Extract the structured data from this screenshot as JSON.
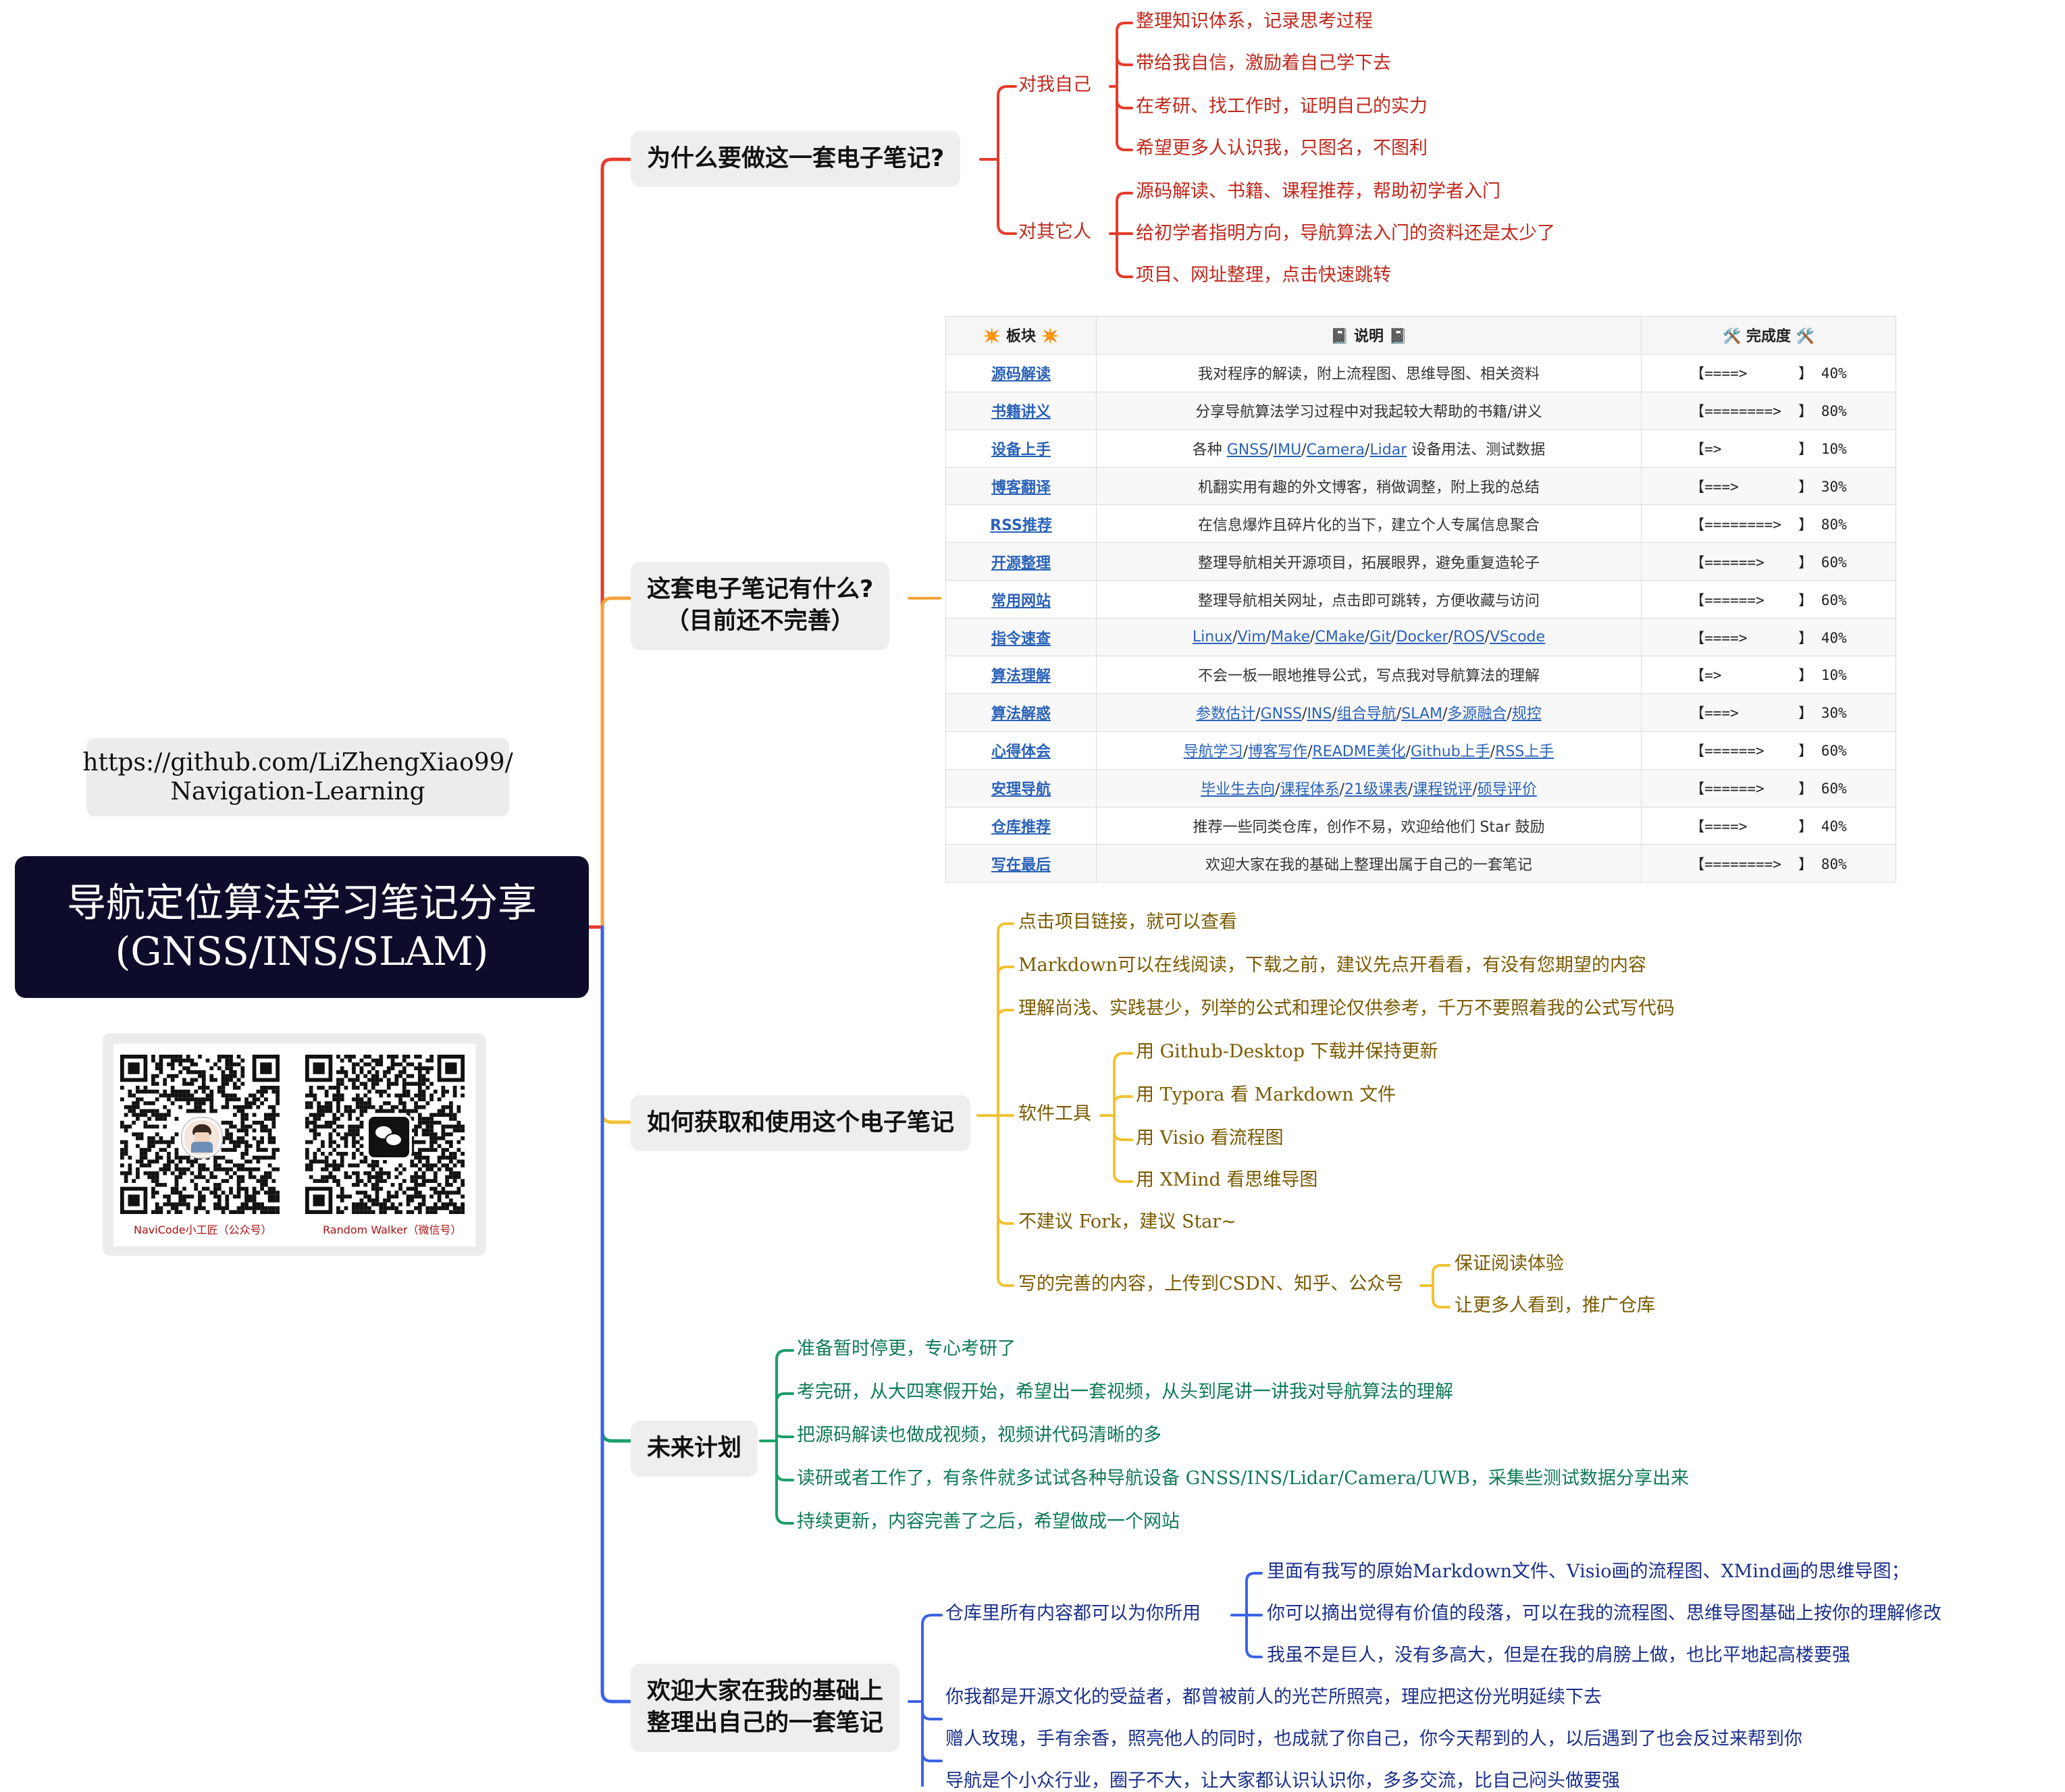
{
  "root": {
    "line1": "导航定位算法学习笔记分享",
    "line2": "(GNSS/INS/SLAM)"
  },
  "url": {
    "line1": "https://github.com/LiZhengXiao99/",
    "line2": "Navigation-Learning"
  },
  "qr": {
    "left_caption": "NaviCode小工匠（公众号）",
    "right_caption": "Random Walker（微信号）",
    "left_icon": "avatar-icon",
    "right_icon": "wechat-icon"
  },
  "colors": {
    "red": "#e53b2c",
    "orange": "#f5a23a",
    "yellow": "#f1c232",
    "green": "#1a9e6a",
    "blue": "#3b63e6"
  },
  "b1": {
    "title": "为什么要做这一套电子笔记?",
    "self": {
      "label": "对我自己",
      "items": [
        "整理知识体系，记录思考过程",
        "带给我自信，激励着自己学下去",
        "在考研、找工作时，证明自己的实力",
        "希望更多人认识我，只图名，不图利"
      ]
    },
    "others": {
      "label": "对其它人",
      "items": [
        "源码解读、书籍、课程推荐，帮助初学者入门",
        "给初学者指明方向，导航算法入门的资料还是太少了",
        "项目、网址整理，点击快速跳转"
      ]
    }
  },
  "b2": {
    "title_line1": "这套电子笔记有什么?",
    "title_line2": "（目前还不完善）",
    "headers": [
      "✴️ 板块 ✴️",
      "📓 说明 📓",
      "🛠️ 完成度 🛠️"
    ],
    "rows": [
      {
        "name": "源码解读",
        "desc": "我对程序的解读，附上流程图、思维导图、相关资料",
        "bar": "【====>      】",
        "pct": "40%"
      },
      {
        "name": "书籍讲义",
        "desc": "分享导航算法学习过程中对我起较大帮助的书籍/讲义",
        "bar": "【========>  】",
        "pct": "80%"
      },
      {
        "name": "设备上手",
        "desc_pre": "各种",
        "desc_links": [
          "GNSS",
          "IMU",
          "Camera",
          "Lidar"
        ],
        "desc_post": "设备用法、测试数据",
        "bar": "【=>         】",
        "pct": "10%"
      },
      {
        "name": "博客翻译",
        "desc": "机翻实用有趣的外文博客，稍做调整，附上我的总结",
        "bar": "【===>       】",
        "pct": "30%"
      },
      {
        "name": "RSS推荐",
        "desc": "在信息爆炸且碎片化的当下，建立个人专属信息聚合",
        "bar": "【========>  】",
        "pct": "80%"
      },
      {
        "name": "开源整理",
        "desc": "整理导航相关开源项目，拓展眼界，避免重复造轮子",
        "bar": "【======>    】",
        "pct": "60%"
      },
      {
        "name": "常用网站",
        "desc": "整理导航相关网址，点击即可跳转，方便收藏与访问",
        "bar": "【======>    】",
        "pct": "60%"
      },
      {
        "name": "指令速查",
        "desc_links": [
          "Linux",
          "Vim",
          "Make",
          "CMake",
          "Git",
          "Docker",
          "ROS",
          "VScode"
        ],
        "bar": "【====>      】",
        "pct": "40%"
      },
      {
        "name": "算法理解",
        "desc": "不会一板一眼地推导公式，写点我对导航算法的理解",
        "bar": "【=>         】",
        "pct": "10%"
      },
      {
        "name": "算法解惑",
        "desc_links": [
          "参数估计",
          "GNSS",
          "INS",
          "组合导航",
          "SLAM",
          "多源融合",
          "规控"
        ],
        "bar": "【===>       】",
        "pct": "30%"
      },
      {
        "name": "心得体会",
        "desc_links": [
          "导航学习",
          "博客写作",
          "README美化",
          "Github上手",
          "RSS上手"
        ],
        "bar": "【======>    】",
        "pct": "60%"
      },
      {
        "name": "安理导航",
        "desc_links": [
          "毕业生去向",
          "课程体系",
          "21级课表",
          "课程锐评",
          "硕导评价"
        ],
        "bar": "【======>    】",
        "pct": "60%"
      },
      {
        "name": "仓库推荐",
        "desc": "推荐一些同类仓库，创作不易，欢迎给他们 Star 鼓励",
        "bar": "【====>      】",
        "pct": "40%"
      },
      {
        "name": "写在最后",
        "desc": "欢迎大家在我的基础上整理出属于自己的一套笔记",
        "bar": "【========>  】",
        "pct": "80%"
      }
    ]
  },
  "b3": {
    "title": "如何获取和使用这个电子笔记",
    "items": [
      "点击项目链接，就可以查看",
      "Markdown可以在线阅读，下载之前，建议先点开看看，有没有您期望的内容",
      "理解尚浅、实践甚少，列举的公式和理论仅供参考，千万不要照着我的公式写代码"
    ],
    "tools": {
      "label": "软件工具",
      "items": [
        "用 Github-Desktop 下载并保持更新",
        "用 Typora 看 Markdown 文件",
        "用 Visio 看流程图",
        "用 XMind 看思维导图"
      ]
    },
    "fork": "不建议 Fork，建议 Star~",
    "publish": {
      "label": "写的完善的内容，上传到CSDN、知乎、公众号",
      "items": [
        "保证阅读体验",
        "让更多人看到，推广仓库"
      ]
    }
  },
  "b4": {
    "title": "未来计划",
    "items": [
      "准备暂时停更，专心考研了",
      "考完研，从大四寒假开始，希望出一套视频，从头到尾讲一讲我对导航算法的理解",
      "把源码解读也做成视频，视频讲代码清晰的多",
      "读研或者工作了，有条件就多试试各种导航设备 GNSS/INS/Lidar/Camera/UWB，采集些测试数据分享出来",
      "持续更新，内容完善了之后，希望做成一个网站"
    ]
  },
  "b5": {
    "title_line1": "欢迎大家在我的基础上",
    "title_line2": "整理出自己的一套笔记",
    "repo": {
      "label": "仓库里所有内容都可以为你所用",
      "items": [
        "里面有我写的原始Markdown文件、Visio画的流程图、XMind画的思维导图；",
        "你可以摘出觉得有价值的段落，可以在我的流程图、思维导图基础上按你的理解修改",
        "我虽不是巨人，没有多高大，但是在我的肩膀上做，也比平地起高楼要强"
      ]
    },
    "items": [
      "你我都是开源文化的受益者，都曾被前人的光芒所照亮，理应把这份光明延续下去",
      "赠人玫瑰，手有余香，照亮他人的同时，也成就了你自己，你今天帮到的人，以后遇到了也会反过来帮到你",
      "导航是个小众行业，圈子不大，让大家都认识认识你，多多交流，比自己闷头做要强"
    ]
  }
}
